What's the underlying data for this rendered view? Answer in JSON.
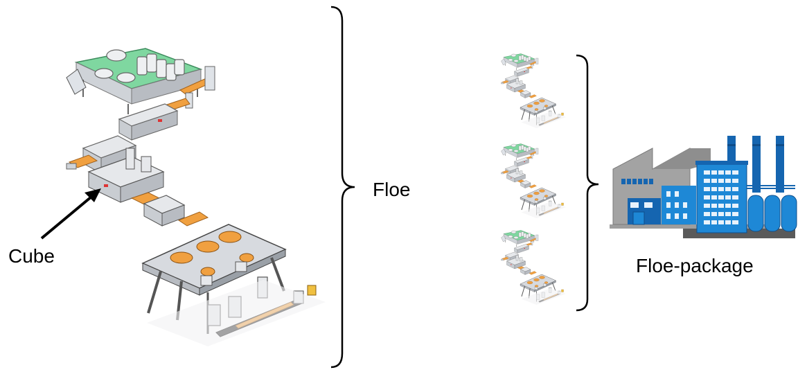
{
  "labels": {
    "cube": "Cube",
    "floe": "Floe",
    "floe_package": "Floe-package"
  },
  "colors": {
    "green_platform": "#7fd7a0",
    "orange_conveyor": "#f0a040",
    "steel": "#b8bcc2",
    "factory_gray": "#a3a3a3",
    "factory_blue": "#1e88d6",
    "factory_dark_blue": "#1565b0",
    "factory_base": "#5a5a5a"
  },
  "icons": [
    "production-line-illustration",
    "mini-production-line-icon",
    "factory-icon",
    "arrow",
    "brace"
  ]
}
